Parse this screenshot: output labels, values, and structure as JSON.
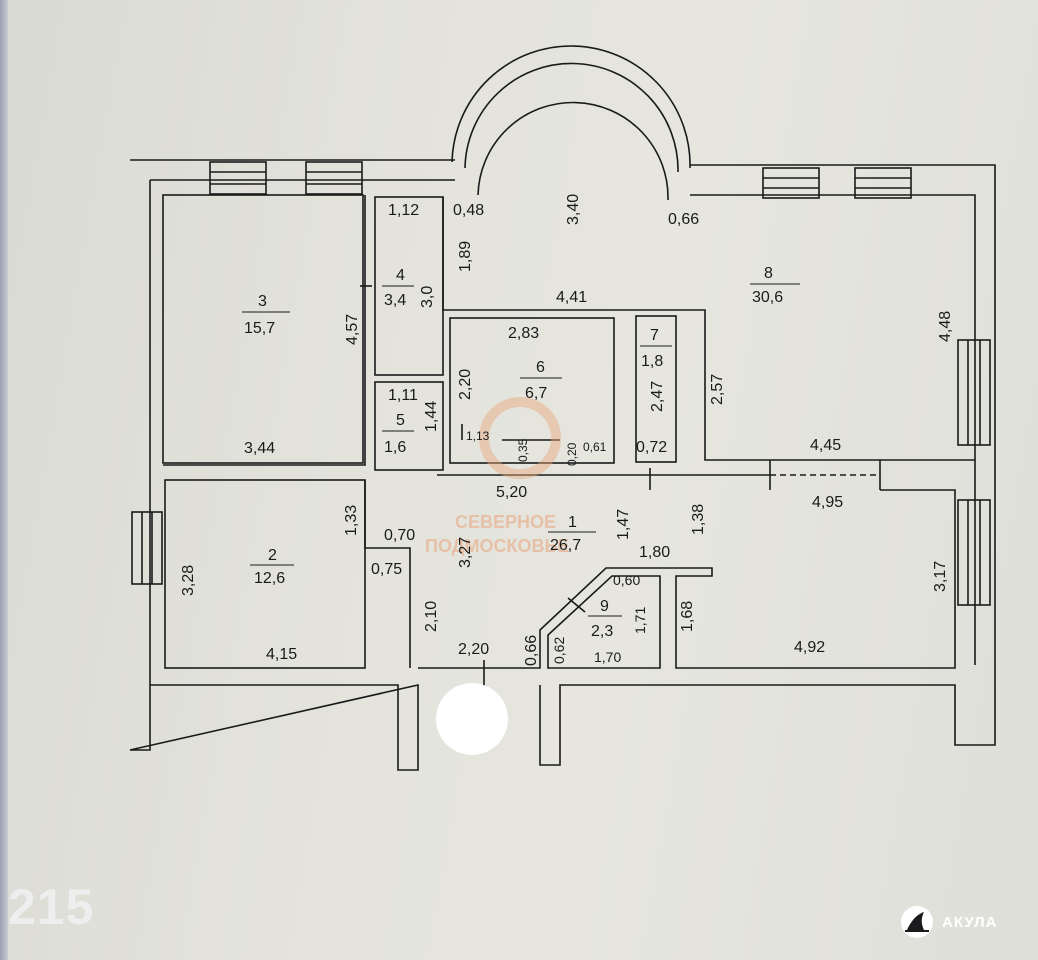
{
  "rooms": [
    {
      "num": "1",
      "area": "26,7"
    },
    {
      "num": "2",
      "area": "12,6"
    },
    {
      "num": "3",
      "area": "15,7"
    },
    {
      "num": "4",
      "area": "3,4"
    },
    {
      "num": "5",
      "area": "1,6"
    },
    {
      "num": "6",
      "area": "6,7"
    },
    {
      "num": "7",
      "area": "1,8"
    },
    {
      "num": "8",
      "area": "30,6"
    },
    {
      "num": "9",
      "area": "2,3"
    }
  ],
  "dims": [
    "1,12",
    "0,48",
    "3,40",
    "0,66",
    "1,89",
    "4,57",
    "3,0",
    "4,41",
    "4,48",
    "2,83",
    "2,20",
    "2,47",
    "2,57",
    "1,11",
    "1,44",
    "1,13",
    "0,35",
    "0,20",
    "0,61",
    "0,72",
    "3,44",
    "4,45",
    "5,20",
    "4,95",
    "1,33",
    "0,70",
    "3,27",
    "1,47",
    "1,38",
    "3,28",
    "0,75",
    "1,80",
    "0,60",
    "3,17",
    "2,10",
    "1,71",
    "1,68",
    "2,20",
    "0,66",
    "0,62",
    "1,70",
    "4,15",
    "4,92"
  ],
  "watermark": {
    "line1": "СЕВЕРНОЕ",
    "line2": "ПОДМОСКОВЬЕ"
  },
  "page_number": "215",
  "brand": {
    "name": "АКУЛА"
  },
  "colors": {
    "paper": "#e3e3dc",
    "ink": "#1a1a1a",
    "watermark": "#e8a37a"
  }
}
